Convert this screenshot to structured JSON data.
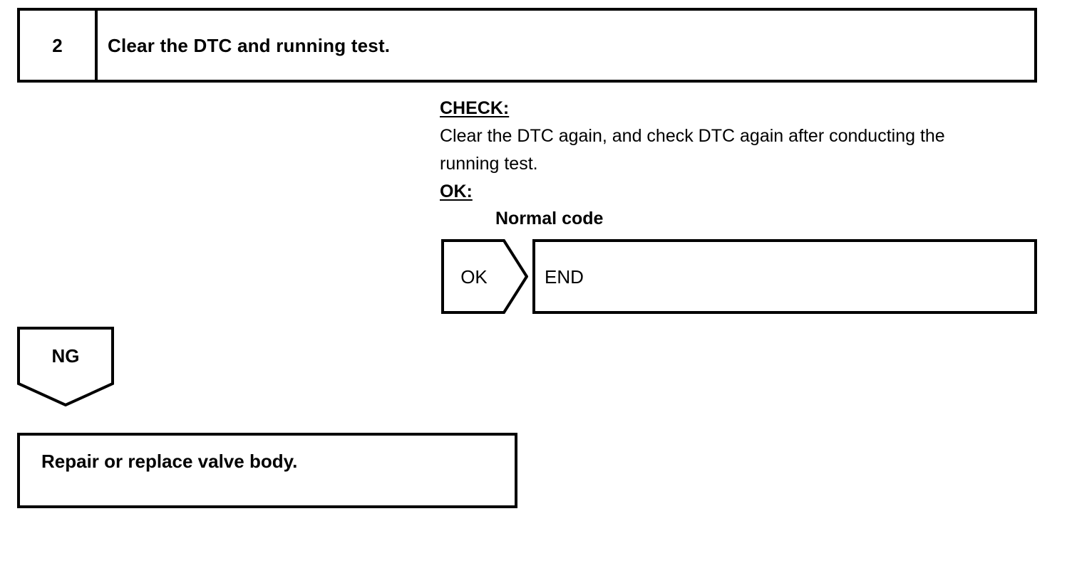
{
  "step_header": {
    "number": "2",
    "title": "Clear the DTC and running test."
  },
  "check_block": {
    "check_label": "CHECK:",
    "body_line_1": "Clear the DTC again, and check DTC again after conducting the",
    "body_line_2": "running test.",
    "ok_label": "OK:"
  },
  "normal_code_caption": "Normal code",
  "ok_branch": {
    "arrow_label": "OK",
    "result_label": "END"
  },
  "ng_branch": {
    "arrow_label": "NG",
    "action_label": "Repair or replace valve body."
  },
  "colors": {
    "stroke": "#000000",
    "background": "#ffffff",
    "text": "#000000"
  }
}
